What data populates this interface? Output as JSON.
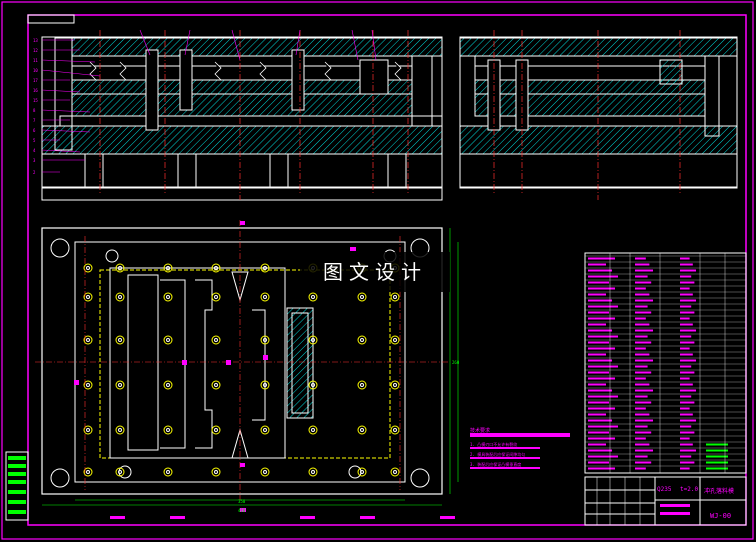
{
  "watermark": {
    "text": "图文设计"
  },
  "title_block": {
    "material": "Q235",
    "thickness": "t=2.0",
    "drawing_name": "冲孔落料模",
    "drawing_no": "WJ-00"
  },
  "tech_notes": {
    "heading": "技术要求",
    "lines": [
      "1. 凸模刃口不允许有裂纹",
      "2. 模具装配后应保证间隙均匀",
      "3. 装配后应保证凸模垂直度"
    ]
  },
  "colors": {
    "frame": "#ff00ff",
    "line": "#ffffff",
    "hatch": "#00ffff",
    "yellow": "#ffff00",
    "red": "#ff3030",
    "green": "#00ff00",
    "magenta": "#ff00ff"
  },
  "icons": {
    "screw": "screw-hole-icon",
    "pin": "guide-pin-icon"
  }
}
